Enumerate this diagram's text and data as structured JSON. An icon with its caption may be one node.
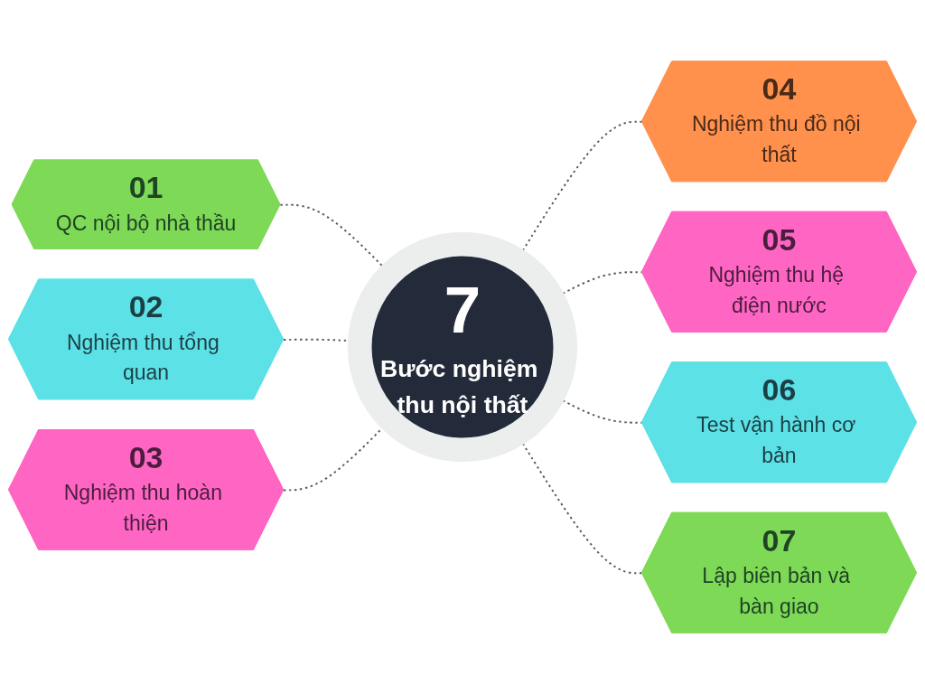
{
  "diagram": {
    "nodes": [
      {
        "text": [
          "7",
          "Bước nghiệm thu nội thất"
        ]
      },
      {
        "text": [
          "01",
          "QC nội bộ nhà thầu"
        ]
      },
      {
        "text": [
          "02",
          "Nghiệm thu tổng quan"
        ]
      },
      {
        "text": [
          "03",
          "Nghiệm thu hoàn thiện"
        ]
      },
      {
        "text": [
          "04",
          "Nghiệm thu đồ nội thất"
        ]
      },
      {
        "text": [
          "05",
          "Nghiệm thu hệ điện nước"
        ]
      },
      {
        "text": [
          "06",
          "Test vận hành cơ bản"
        ]
      },
      {
        "text": [
          "07",
          "Lập biên bản và bàn giao"
        ]
      }
    ],
    "edges": [
      {
        "from": 1,
        "to": 0,
        "arrow": "none",
        "style": "dashed"
      },
      {
        "from": 2,
        "to": 0,
        "arrow": "none",
        "style": "dashed"
      },
      {
        "from": 3,
        "to": 0,
        "arrow": "none",
        "style": "dashed"
      },
      {
        "from": 0,
        "to": 4,
        "arrow": "none",
        "style": "dashed"
      },
      {
        "from": 0,
        "to": 5,
        "arrow": "none",
        "style": "dashed"
      },
      {
        "from": 0,
        "to": 6,
        "arrow": "none",
        "style": "dashed"
      },
      {
        "from": 0,
        "to": 7,
        "arrow": "none",
        "style": "dashed"
      }
    ]
  }
}
